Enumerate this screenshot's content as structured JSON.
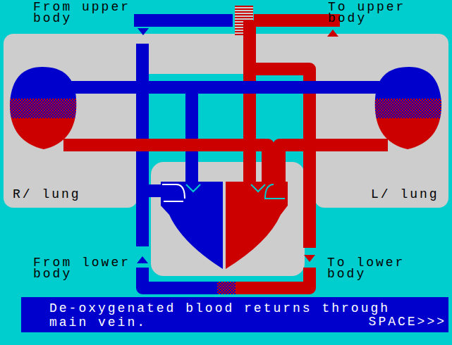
{
  "diagram": {
    "caption": "De-oxygenated blood returns through main vein.",
    "labels": [
      "From upper body",
      "To upper body",
      "R/ lung",
      "L/ lung",
      "From lower body",
      "To lower body",
      "SPACE>>>"
    ]
  }
}
